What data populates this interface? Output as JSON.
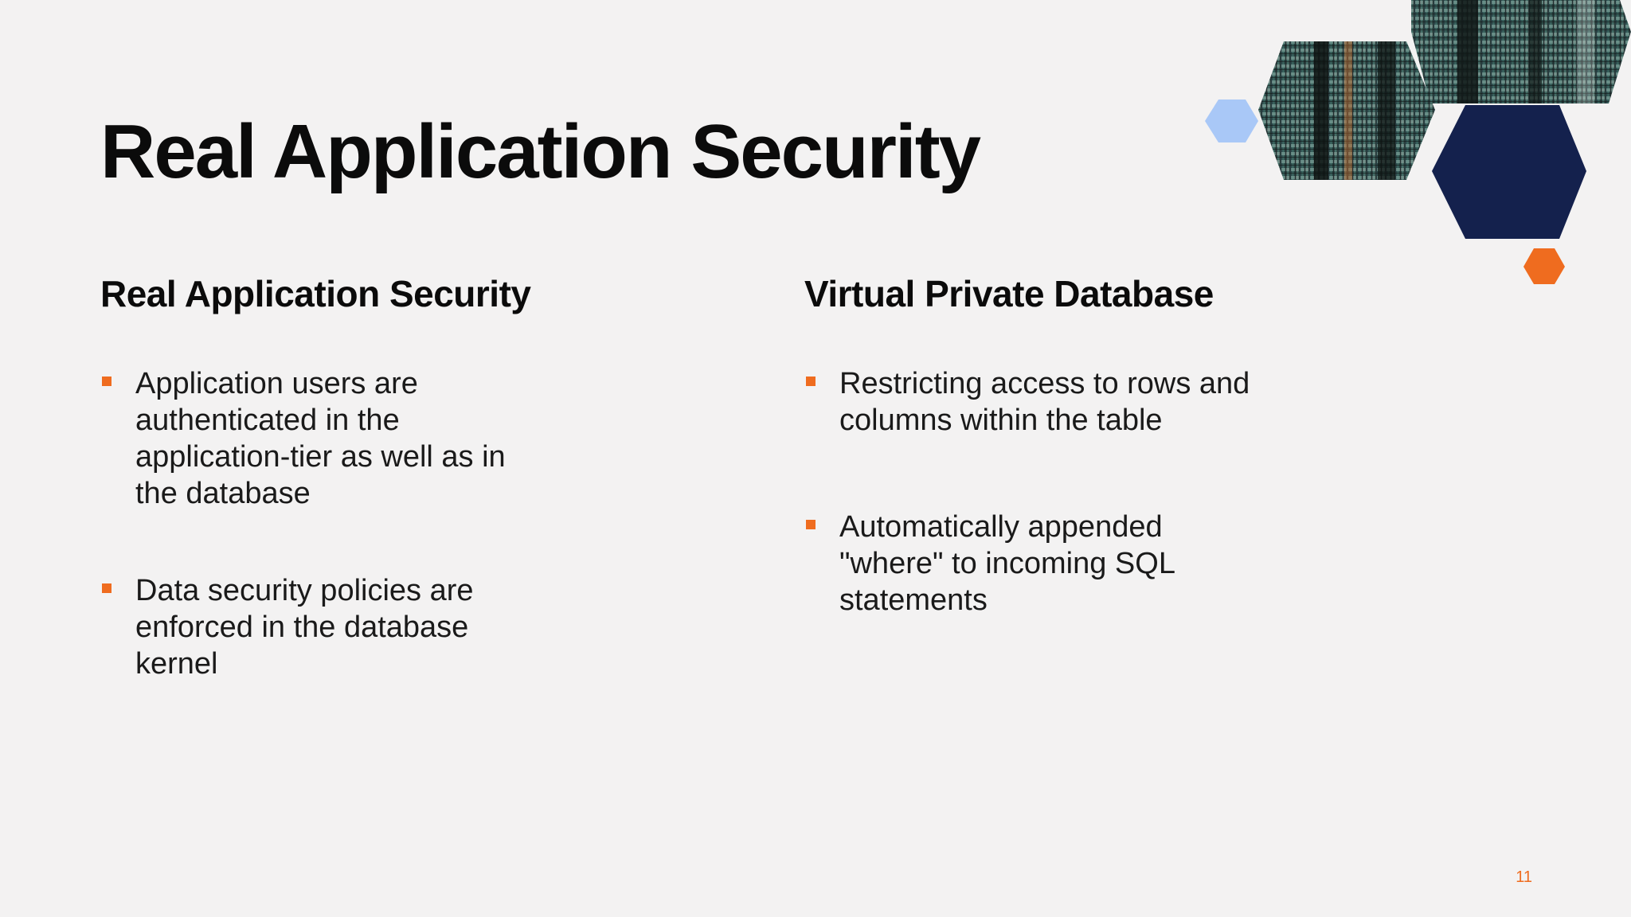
{
  "slide": {
    "title": "Real Application Security",
    "page_number": "11",
    "left_column": {
      "heading": "Real Application Security",
      "bullets": [
        "Application users are authenticated in the application-tier as well as in the database",
        "Data security policies are enforced in the database kernel"
      ]
    },
    "right_column": {
      "heading": "Virtual Private Database",
      "bullets": [
        "Restricting access to rows and columns within the table",
        "Automatically appended \"where\" to incoming SQL statements"
      ]
    }
  },
  "decoration": {
    "images": [
      "building-photo-hexagon",
      "building-photo-hexagon-top"
    ],
    "shapes": [
      "light-blue-hexagon",
      "navy-hexagon",
      "orange-hexagon"
    ]
  },
  "colors": {
    "background": "#f3f2f2",
    "accent_orange": "#ef6c1f",
    "navy": "#14214d",
    "light_blue": "#a9c8f7"
  }
}
